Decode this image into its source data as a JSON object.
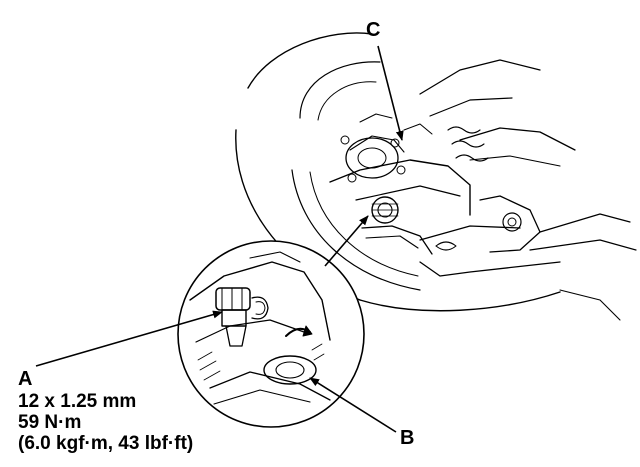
{
  "callouts": {
    "a": {
      "letter": "A"
    },
    "b": {
      "letter": "B"
    },
    "c": {
      "letter": "C"
    }
  },
  "spec": {
    "line1": "12 x 1.25 mm",
    "line2": "59 N·m",
    "line3": "(6.0 kgf·m, 43 lbf·ft)"
  },
  "colors": {
    "ink": "#000000",
    "paper": "#ffffff"
  }
}
